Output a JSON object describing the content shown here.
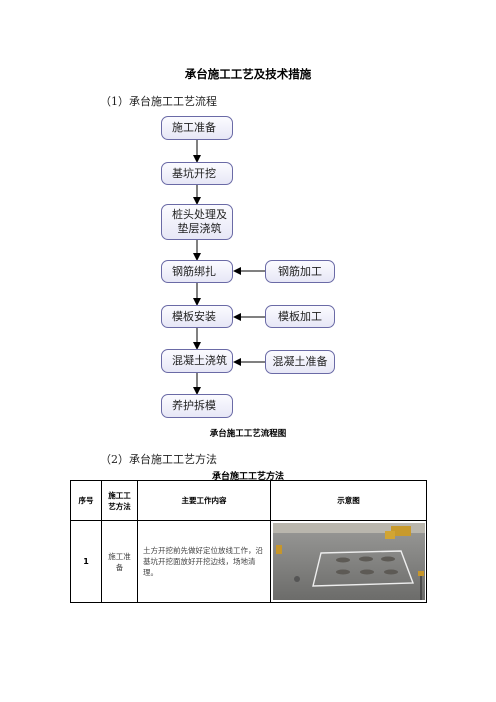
{
  "doc": {
    "title": "承台施工工艺及技术措施",
    "section1": "（1）承台施工工艺流程",
    "section2": "（2）承台施工工艺方法"
  },
  "flowchart": {
    "main_steps": [
      "施工准备",
      "基坑开挖",
      "桩头处理及\n垫层浇筑",
      "钢筋绑扎",
      "模板安装",
      "混凝土浇筑",
      "养护拆模"
    ],
    "side_steps": [
      "钢筋加工",
      "模板加工",
      "混凝土准备"
    ],
    "caption": "承台施工工艺流程图"
  },
  "table": {
    "title": "承台施工工艺方法",
    "headers": [
      "序号",
      "施工工艺方法",
      "主要工作内容",
      "示意图"
    ],
    "rows": [
      {
        "no": "1",
        "method": "施工准备",
        "content": "土方开挖前先做好定位放线工作，沿基坑开挖面放好开挖边线，场地清理。"
      }
    ]
  },
  "colors": {
    "box_border": "#6a6aa6",
    "box_fill": "#ecebf8",
    "arrow": "#000000"
  }
}
